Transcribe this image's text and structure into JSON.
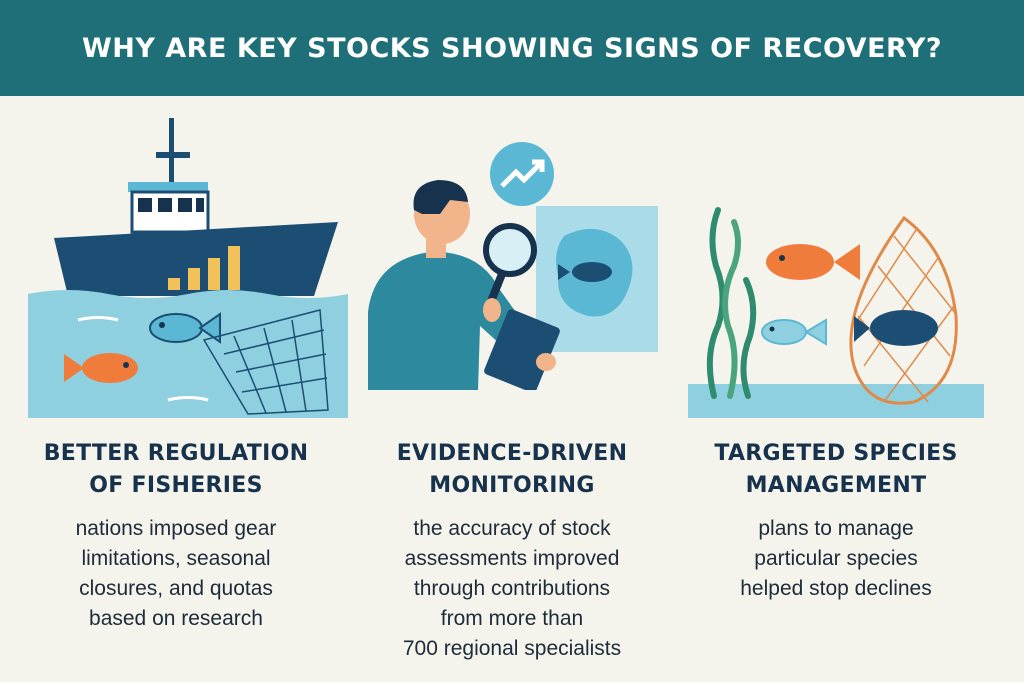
{
  "title": "WHY ARE KEY STOCKS SHOWING SIGNS OF RECOVERY?",
  "colors": {
    "banner": "#1f6f78",
    "background": "#f5f4ec",
    "navy": "#1c4e74",
    "water": "#8fd0e0",
    "fish_orange": "#f07c3c",
    "fish_blue": "#5bb8d4",
    "gold": "#f3c15a"
  },
  "columns": [
    {
      "heading": [
        "BETTER REGULATION",
        "OF FISHERIES"
      ],
      "body": [
        "nations imposed gear",
        "limitations, seasonal",
        "closures, and quotas",
        "based on research"
      ],
      "icons": [
        "fishing-boat-icon",
        "bar-chart-icon",
        "fish-icon",
        "net-icon"
      ]
    },
    {
      "heading": [
        "EVIDENCE-DRIVEN",
        "MONITORING"
      ],
      "body": [
        "the accuracy of stock",
        "assessments improved",
        "through contributions",
        "from more than",
        "700 regional specialists"
      ],
      "icons": [
        "scientist-icon",
        "magnifying-glass-icon",
        "clipboard-icon",
        "map-icon",
        "trend-up-icon"
      ]
    },
    {
      "heading": [
        "TARGETED SPECIES",
        "MANAGEMENT"
      ],
      "body": [
        "plans to manage",
        "particular species",
        "helped stop declines"
      ],
      "icons": [
        "seaweed-icon",
        "fish-icon",
        "net-icon"
      ]
    }
  ]
}
